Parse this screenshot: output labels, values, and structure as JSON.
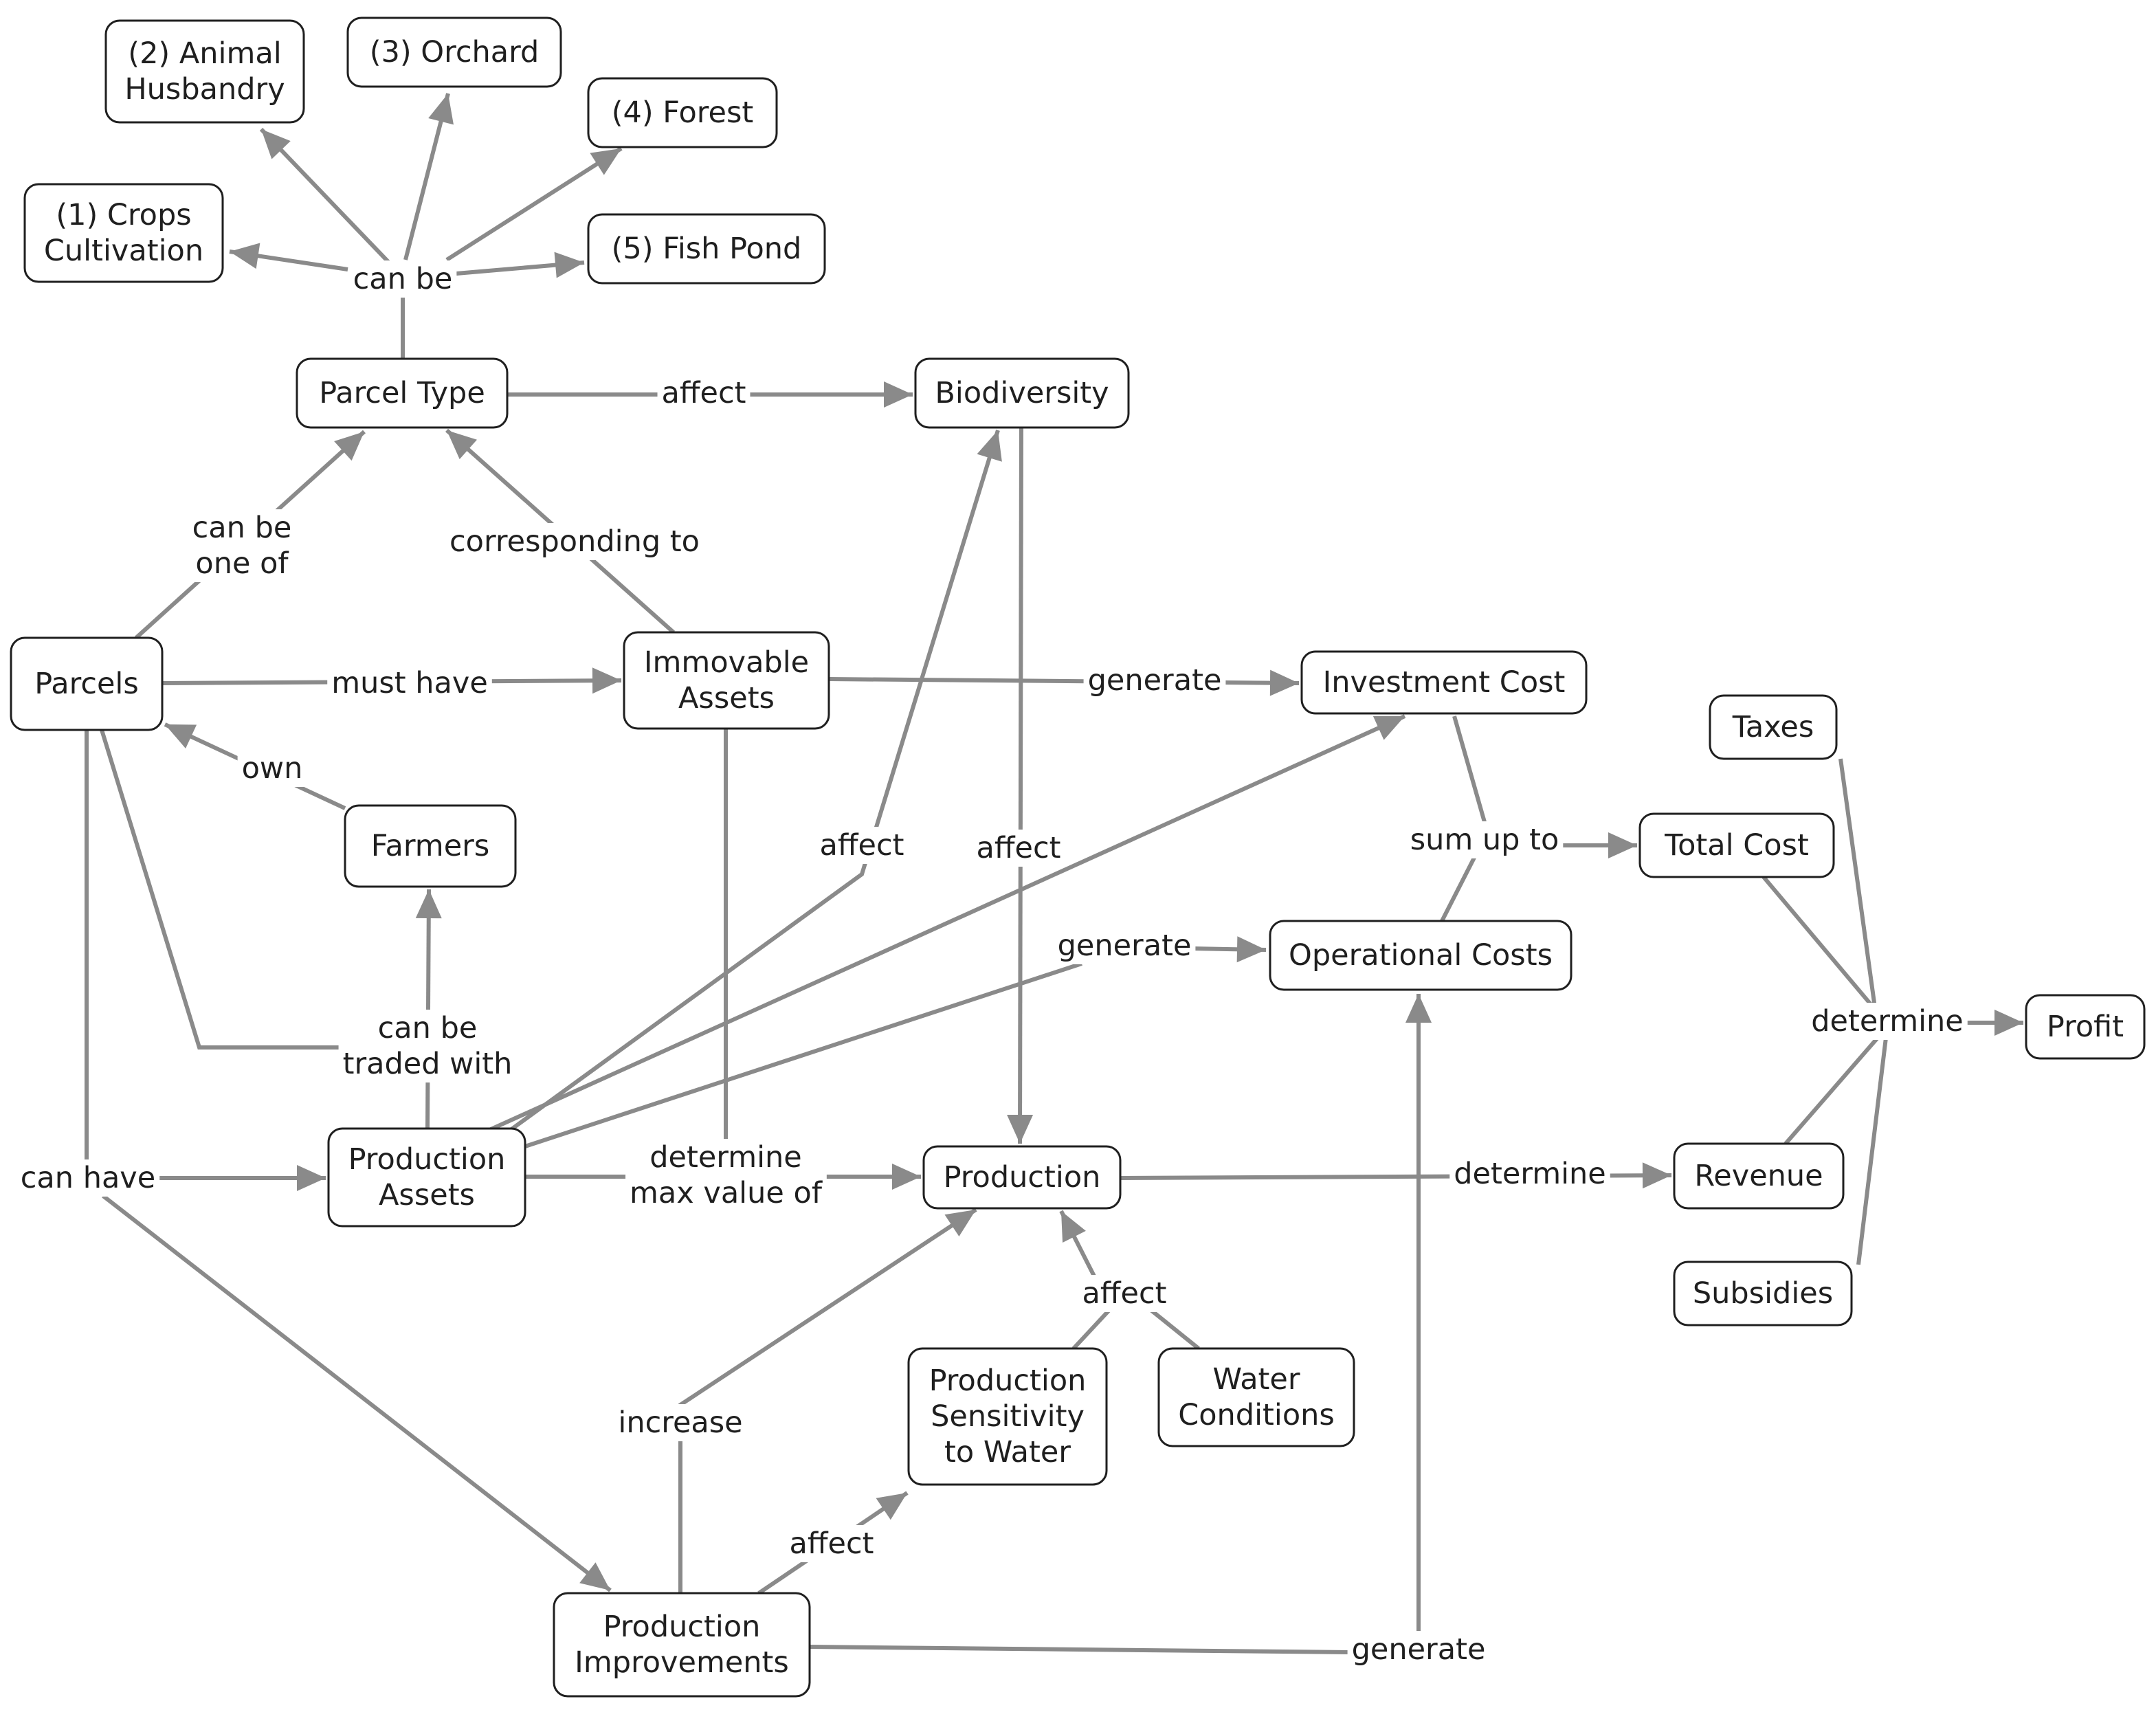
{
  "nodes": {
    "crops_cultivation": [
      "(1) Crops",
      "Cultivation"
    ],
    "animal_husbandry": [
      "(2) Animal",
      "Husbandry"
    ],
    "orchard": [
      "(3) Orchard"
    ],
    "forest": [
      "(4) Forest"
    ],
    "fish_pond": [
      "(5) Fish Pond"
    ],
    "parcel_type": [
      "Parcel Type"
    ],
    "biodiversity": [
      "Biodiversity"
    ],
    "parcels": [
      "Parcels"
    ],
    "immovable_assets": [
      "Immovable",
      "Assets"
    ],
    "investment_cost": [
      "Investment Cost"
    ],
    "taxes": [
      "Taxes"
    ],
    "farmers": [
      "Farmers"
    ],
    "total_cost": [
      "Total Cost"
    ],
    "operational_costs": [
      "Operational Costs"
    ],
    "profit": [
      "Profit"
    ],
    "production_assets": [
      "Production",
      "Assets"
    ],
    "production": [
      "Production"
    ],
    "revenue": [
      "Revenue"
    ],
    "subsidies": [
      "Subsidies"
    ],
    "production_sensitivity": [
      "Production",
      "Sensitivity",
      "to Water"
    ],
    "water_conditions": [
      "Water",
      "Conditions"
    ],
    "production_improvements": [
      "Production",
      "Improvements"
    ]
  },
  "links": {
    "can_be": [
      "can be"
    ],
    "affect_parcel_biodiversity": [
      "affect"
    ],
    "can_be_one_of": [
      "can be",
      "one of"
    ],
    "corresponding_to": [
      "corresponding to"
    ],
    "must_have": [
      "must have"
    ],
    "generate_investment": [
      "generate"
    ],
    "own": [
      "own"
    ],
    "affect_assets_biodiversity": [
      "affect"
    ],
    "affect_biodiversity_production": [
      "affect"
    ],
    "sum_up_to": [
      "sum up to"
    ],
    "generate_operational": [
      "generate"
    ],
    "can_be_traded_with": [
      "can be",
      "traded with"
    ],
    "determine_profit": [
      "determine"
    ],
    "can_have": [
      "can have"
    ],
    "determine_max_value_of": [
      "determine",
      "max value of"
    ],
    "determine_revenue": [
      "determine"
    ],
    "affect_water": [
      "affect"
    ],
    "increase": [
      "increase"
    ],
    "affect_sensitivity": [
      "affect"
    ],
    "generate_improvements": [
      "generate"
    ]
  }
}
